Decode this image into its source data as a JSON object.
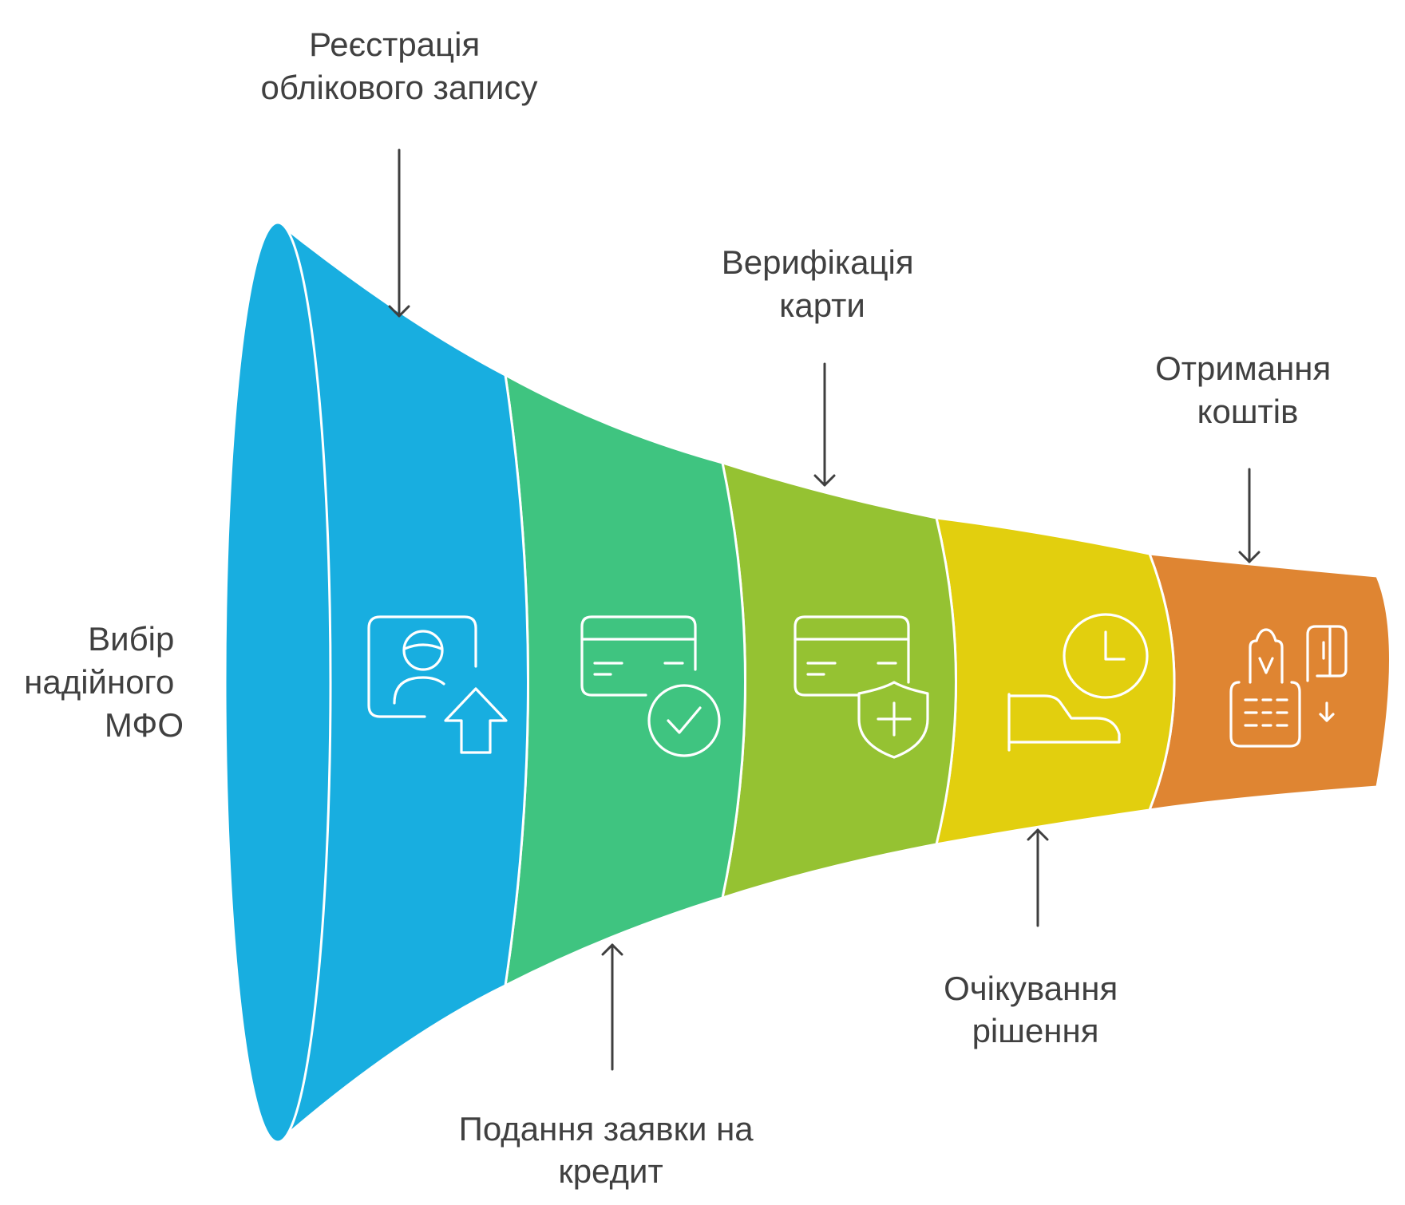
{
  "stages": [
    {
      "id": "choose",
      "label_lines": [
        "Вибір",
        "надійного",
        "МФО"
      ],
      "color": "#18AEE0",
      "icon": "account-upload-icon"
    },
    {
      "id": "register",
      "label_lines": [
        "Реєстрація",
        "облікового запису"
      ],
      "color": "#18AEE0",
      "icon": "account-upload-icon"
    },
    {
      "id": "apply",
      "label_lines": [
        "Подання заявки на",
        "кредит"
      ],
      "color": "#3FC480",
      "icon": "card-check-icon"
    },
    {
      "id": "verify",
      "label_lines": [
        "Верифікація",
        "карти"
      ],
      "color": "#95C232",
      "icon": "card-shield-icon"
    },
    {
      "id": "wait",
      "label_lines": [
        "Очікування",
        "рішення"
      ],
      "color": "#E2CF0E",
      "icon": "hand-clock-icon"
    },
    {
      "id": "receive",
      "label_lines": [
        "Отримання",
        "коштів"
      ],
      "color": "#DF8532",
      "icon": "pos-terminal-icon"
    }
  ],
  "colors": {
    "blue": "#18AEE0",
    "green": "#3FC480",
    "lime": "#95C232",
    "yellow": "#E2CF0E",
    "orange": "#DF8532",
    "text": "#404040"
  }
}
